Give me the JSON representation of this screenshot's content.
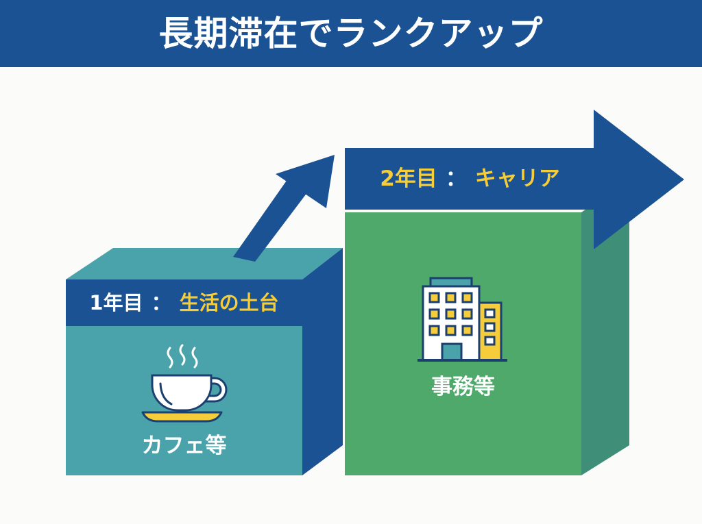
{
  "header": {
    "title": "長期滞在でランクアップ"
  },
  "steps": [
    {
      "year": "1年目",
      "separator": "：",
      "theme": "生活の土台",
      "caption": "カフェ等",
      "icon": "coffee-cup-icon"
    },
    {
      "year": "2年目",
      "separator": "：",
      "theme": "キャリア",
      "caption": "事務等",
      "icon": "office-building-icon"
    }
  ],
  "colors": {
    "navy": "#1a5293",
    "teal": "#4aa3ab",
    "green": "#4ea96a",
    "accent": "#f5cd3a",
    "white": "#ffffff"
  }
}
